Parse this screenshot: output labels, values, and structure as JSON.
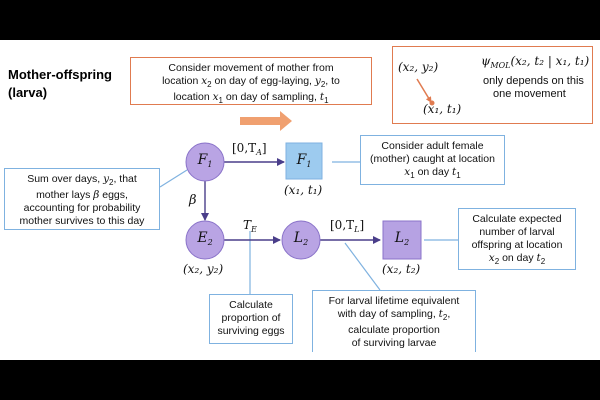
{
  "title": "Mother-offspring (larva)",
  "top_box": {
    "line1": "Consider movement of mother from",
    "line2_pre": "location ",
    "line2_var": "x",
    "line2_sub": "2",
    "line2_post": " on day of egg-laying, ",
    "line2_var2": "y",
    "line2_sub2": "2",
    "line2_end": ", to",
    "line3_pre": "location ",
    "line3_var": "x",
    "line3_sub": "1",
    "line3_post": " on day of sampling, ",
    "line3_var2": "t",
    "line3_sub2": "1"
  },
  "inset": {
    "from_label": "(x₂, y₂)",
    "to_label": "(x₁, t₁)",
    "psi": "ψ",
    "psi_sub": "MOL",
    "psi_args": "(x₂, t₂ | x₁, t₁)",
    "line2": "only depends on this",
    "line3": "one movement"
  },
  "nodes": {
    "F1": {
      "letter": "F",
      "sub": "1"
    },
    "F1sq": {
      "letter": "F",
      "sub": "1",
      "coord": "(x₁, t₁)"
    },
    "E2": {
      "letter": "E",
      "sub": "2",
      "coord": "(x₂, y₂)"
    },
    "L2": {
      "letter": "L",
      "sub": "2"
    },
    "L2sq": {
      "letter": "L",
      "sub": "2",
      "coord": "(x₂, t₂)"
    }
  },
  "edges": {
    "f_to_fsq": "[0,T",
    "f_to_fsq_sub": "A",
    "f_to_e": "β",
    "e_to_l": "T",
    "e_to_l_sub": "E",
    "l_to_lsq": "[0,T",
    "l_to_lsq_sub": "L"
  },
  "left_box": {
    "line1_pre": "Sum over days, ",
    "line1_var": "y",
    "line1_sub": "2",
    "line1_post": ", that",
    "line2_pre": "mother lays ",
    "line2_var": "β",
    "line2_post": " eggs,",
    "line3": "accounting for probability",
    "line4": "mother survives to this day"
  },
  "adult_box": {
    "line1": "Consider adult female",
    "line2": "(mother) caught at location",
    "line3_var": "x",
    "line3_sub": "1",
    "line3_post": " on day ",
    "line3_var2": "t",
    "line3_sub2": "1"
  },
  "expected_box": {
    "line1": "Calculate expected",
    "line2": "number of larval",
    "line3": "offspring at location",
    "line4_var": "x",
    "line4_sub": "2",
    "line4_post": " on day ",
    "line4_var2": "t",
    "line4_sub2": "2"
  },
  "eggs_box": {
    "line1": "Calculate",
    "line2": "proportion of",
    "line3": "surviving eggs"
  },
  "larval_box": {
    "line1": "For larval lifetime equivalent",
    "line2_pre": "with day of sampling, ",
    "line2_var": "t",
    "line2_sub": "2",
    "line2_post": ",",
    "line3": "calculate proportion",
    "line4": "of surviving larvae"
  },
  "colors": {
    "node_fill": "#b9a4e4",
    "node_stroke": "#8a73c9",
    "square_blue": "#9dcbef",
    "square_purple": "#b6a2e3",
    "orange": "#e07b50",
    "blue_line": "#7fb2e0",
    "arrow": "#4a3e8a",
    "big_arrow": "#f0a070"
  }
}
